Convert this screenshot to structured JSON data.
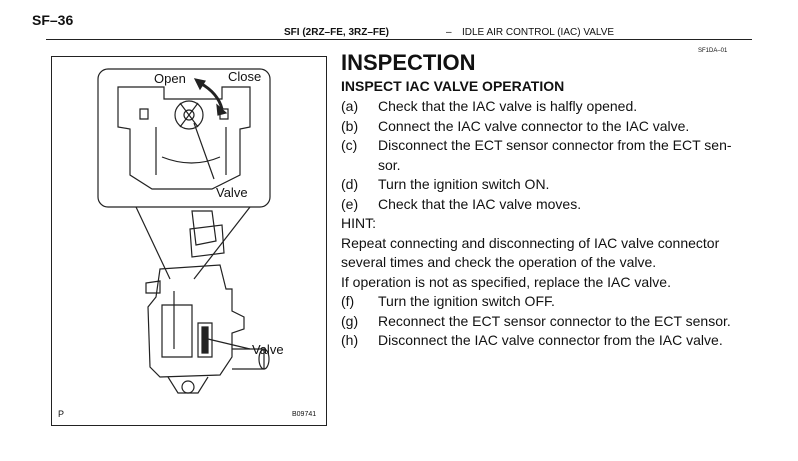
{
  "header": {
    "page_id": "SF–36",
    "section": "SFI (2RZ–FE, 3RZ–FE)",
    "separator": "–",
    "topic": "IDLE AIR CONTROL (IAC) VALVE"
  },
  "code": "SF1DA–01",
  "illustration": {
    "label_open": "Open",
    "label_close": "Close",
    "label_valve_top": "Valve",
    "label_valve_bottom": "Valve",
    "corner_letter": "P",
    "figure_code": "B09741"
  },
  "content": {
    "title": "INSPECTION",
    "subtitle": "INSPECT IAC VALVE OPERATION",
    "steps": [
      {
        "letter": "(a)",
        "text": "Check that the IAC valve is halfly opened."
      },
      {
        "letter": "(b)",
        "text": "Connect the IAC valve connector to the IAC valve."
      },
      {
        "letter": "(c)",
        "text": "Disconnect the ECT sensor connector from the ECT sen-"
      },
      {
        "letter": "",
        "text": "sor."
      },
      {
        "letter": "(d)",
        "text": "Turn the ignition switch ON."
      },
      {
        "letter": "(e)",
        "text": "Check that the IAC valve moves."
      }
    ],
    "hint_label": "HINT:",
    "hint_lines": [
      "Repeat connecting and disconnecting of IAC valve connector",
      "several times and check the operation of the valve.",
      "If operation is not as specified, replace the IAC valve."
    ],
    "steps2": [
      {
        "letter": "(f)",
        "text": "Turn the ignition switch OFF."
      },
      {
        "letter": "(g)",
        "text": "Reconnect the ECT sensor connector to the ECT sensor."
      },
      {
        "letter": "(h)",
        "text": "Disconnect the IAC valve connector from the IAC valve."
      }
    ]
  }
}
